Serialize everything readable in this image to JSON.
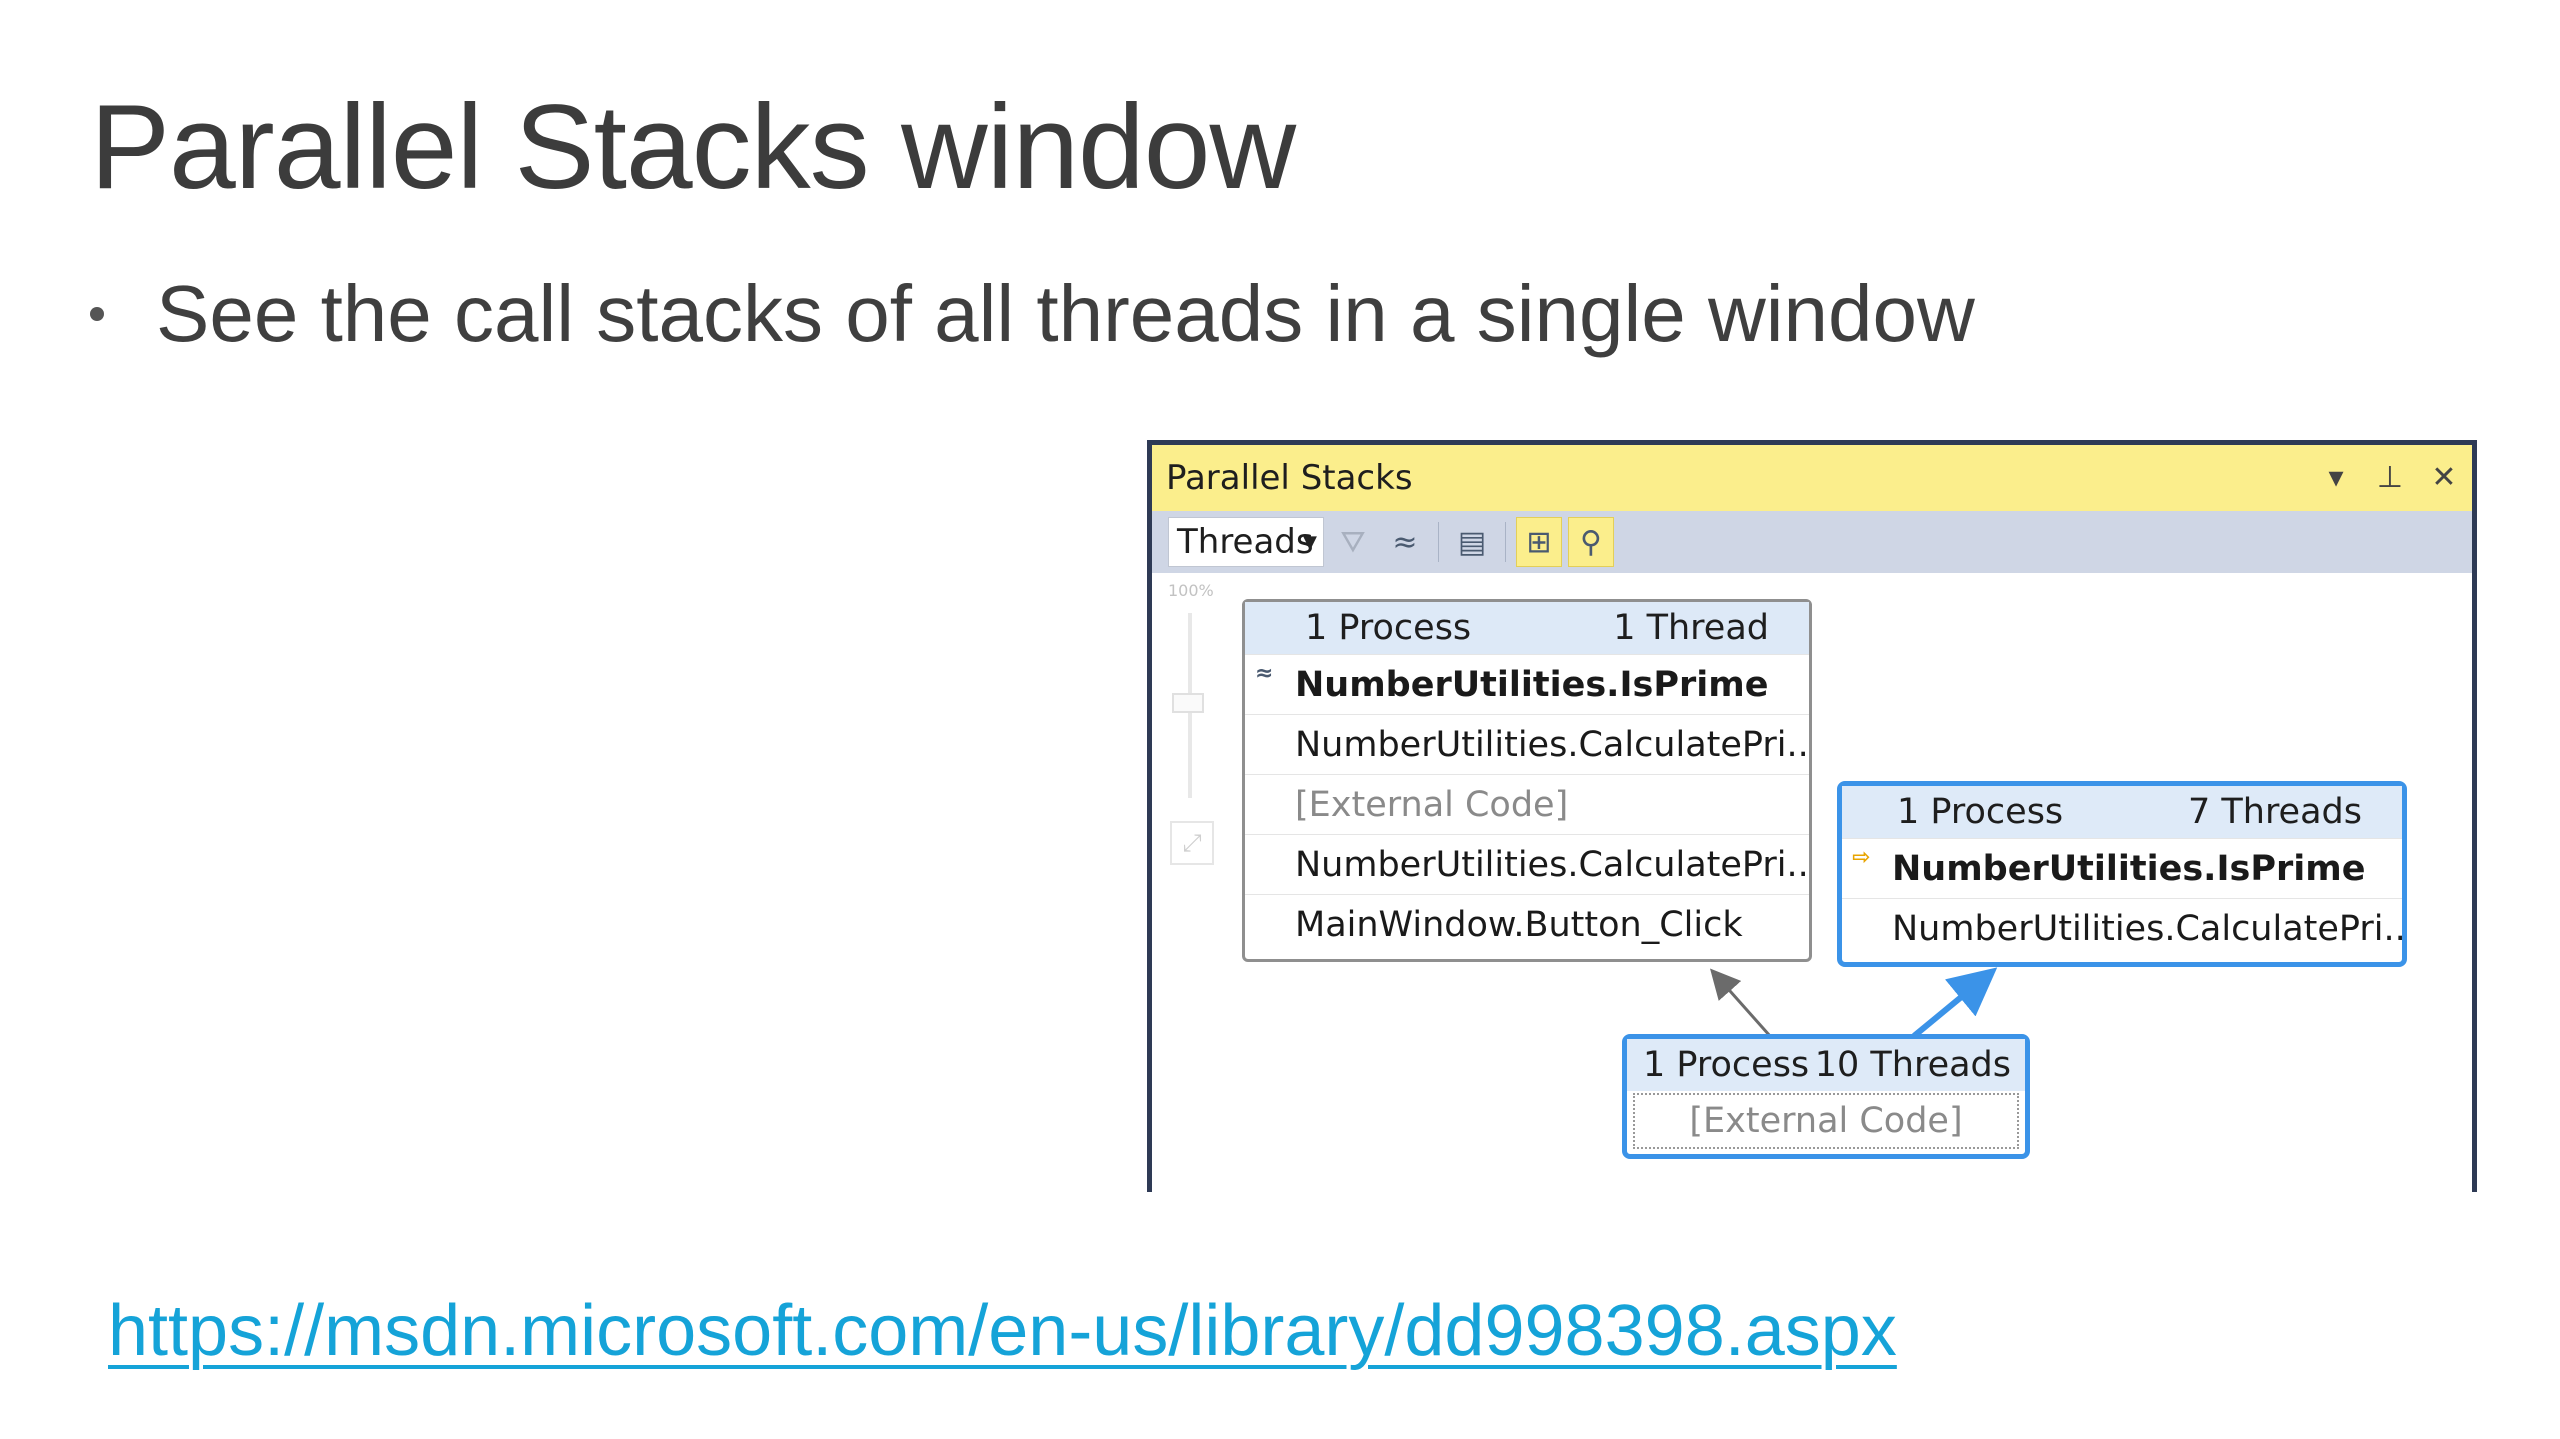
{
  "slide": {
    "title": "Parallel Stacks window",
    "bullet": "See the call stacks of all threads in a single window",
    "link": "https://msdn.microsoft.com/en-us/library/dd998398.aspx"
  },
  "window": {
    "title": "Parallel Stacks",
    "controls": {
      "dropdown": "▾",
      "pin": "⊥",
      "close": "✕"
    },
    "toolbar": {
      "view_select": "Threads",
      "icons": [
        "filter-icon",
        "flag-icon",
        "thread-view-icon",
        "method-view-icon",
        "auto-scroll-icon"
      ]
    },
    "zoom": {
      "level": "100%"
    },
    "nodes": [
      {
        "process": "1 Process",
        "threads": "1 Thread",
        "frames": [
          "NumberUtilities.IsPrime",
          "NumberUtilities.CalculatePri...",
          "[External Code]",
          "NumberUtilities.CalculatePri...",
          "MainWindow.Button_Click"
        ]
      },
      {
        "process": "1 Process",
        "threads": "7 Threads",
        "frames": [
          "NumberUtilities.IsPrime",
          "NumberUtilities.CalculatePri..."
        ]
      },
      {
        "process": "1 Process",
        "threads": "10 Threads",
        "frames": [
          "[External Code]"
        ]
      }
    ]
  },
  "colors": {
    "title_bar": "#fbee8c",
    "toolbar": "#cfd6e5",
    "window_border": "#2e3a55",
    "active_node_border": "#3b93e8",
    "link": "#15a3d8"
  }
}
